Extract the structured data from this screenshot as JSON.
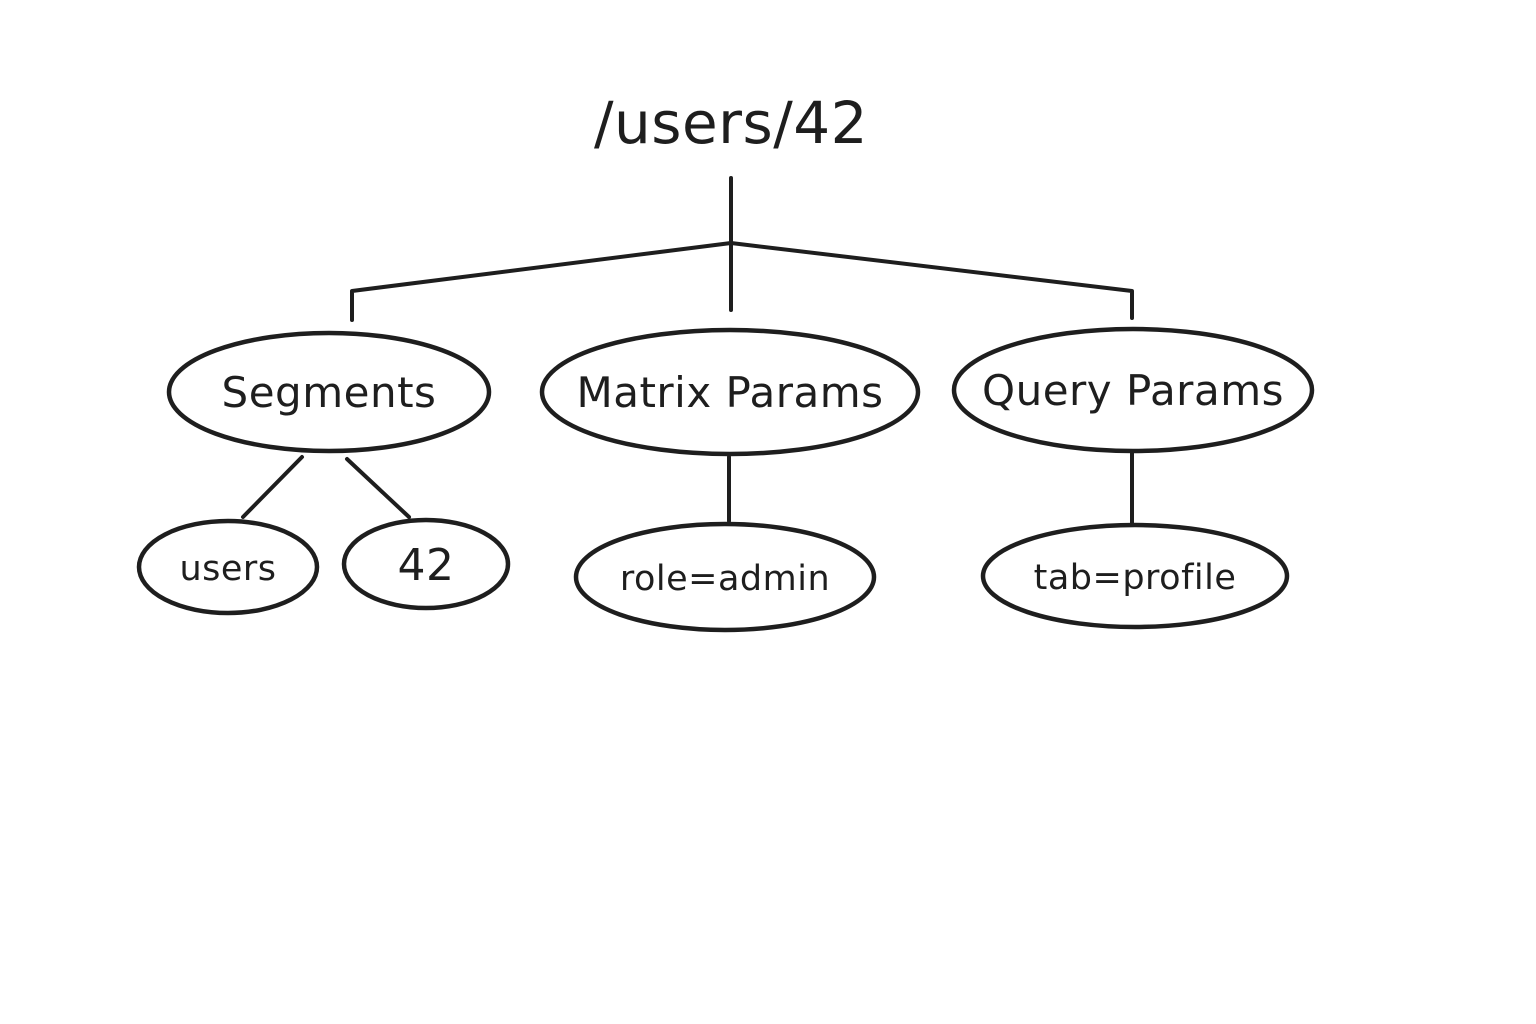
{
  "diagram": {
    "background": "#ffffff",
    "ink": "#1e1e1e",
    "title": {
      "label": "/users/42"
    },
    "nodes": {
      "segments": {
        "label": "Segments"
      },
      "matrix_params": {
        "label": "Matrix Params"
      },
      "query_params": {
        "label": "Query Params"
      },
      "seg_users": {
        "label": "users"
      },
      "seg_42": {
        "label": "42"
      },
      "matrix_role": {
        "label": "role=admin"
      },
      "query_tab": {
        "label": "tab=profile"
      }
    },
    "edges": [
      {
        "from": "/users/42",
        "to": "Segments"
      },
      {
        "from": "/users/42",
        "to": "Matrix Params"
      },
      {
        "from": "/users/42",
        "to": "Query Params"
      },
      {
        "from": "Segments",
        "to": "users"
      },
      {
        "from": "Segments",
        "to": "42"
      },
      {
        "from": "Matrix Params",
        "to": "role=admin"
      },
      {
        "from": "Query Params",
        "to": "tab=profile"
      }
    ]
  }
}
